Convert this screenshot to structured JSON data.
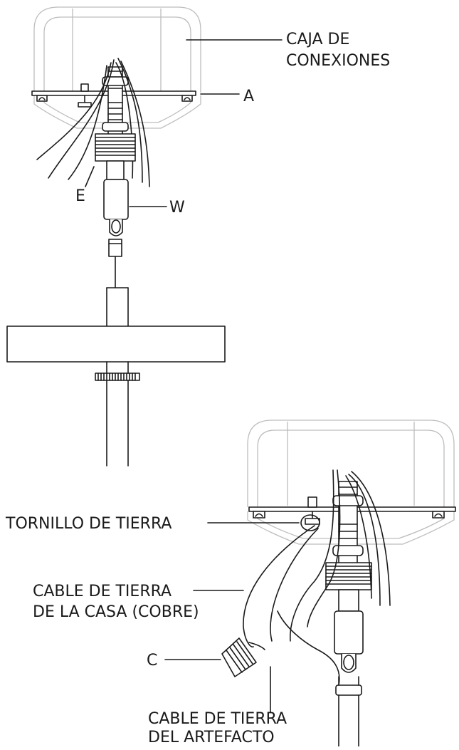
{
  "labels": {
    "junction_box_line1": "CAJA DE",
    "junction_box_line2": "CONEXIONES",
    "a": "A",
    "e": "E",
    "w": "W",
    "ground_screw": "TORNILLO DE TIERRA",
    "house_ground_line1": "CABLE DE TIERRA",
    "house_ground_line2": "DE LA CASA (COBRE)",
    "c": "C",
    "fixture_ground_line1": "CABLE DE TIERRA",
    "fixture_ground_line2": "DEL ARTEFACTO"
  }
}
